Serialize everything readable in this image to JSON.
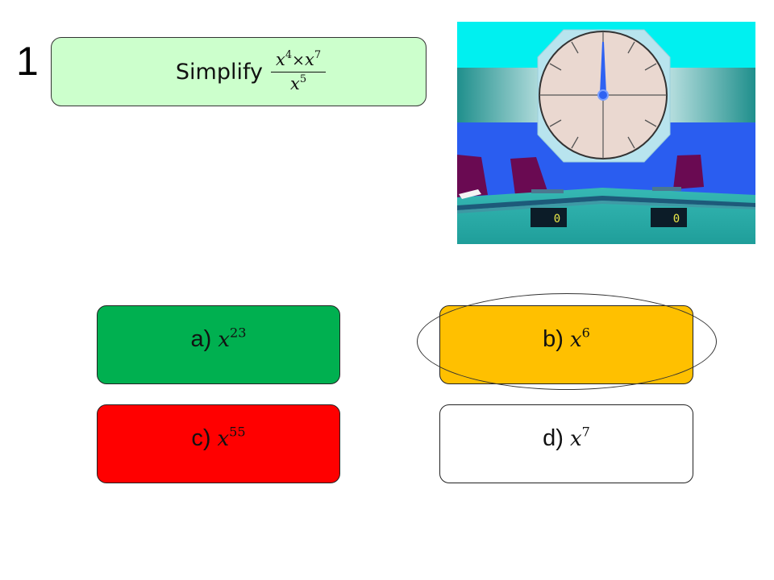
{
  "question": {
    "number": "1",
    "prompt": "Simplify",
    "numerator": {
      "base1": "x",
      "exp1": "4",
      "operator": "×",
      "base2": "x",
      "exp2": "7"
    },
    "denominator": {
      "base": "x",
      "exp": "5"
    }
  },
  "scene": {
    "description": "game-show-studio-clock",
    "clock_hand_position": "12 o'clock",
    "scoreboards": [
      {
        "value": "0"
      },
      {
        "value": "0"
      }
    ],
    "colors": {
      "sky": "#00f0f0",
      "wall": "#2a5df0",
      "clock_face": "#ead8d0",
      "clock_frame": "#b8e4ee",
      "hand": "#2e62f2",
      "chairs": "#6a0a52",
      "desk": "#27aaa6",
      "score_digits": "#e8e84a"
    }
  },
  "answers": [
    {
      "label": "a)",
      "base": "x",
      "exp": "23",
      "color": "#00b050"
    },
    {
      "label": "b)",
      "base": "x",
      "exp": "6",
      "color": "#ffc000",
      "circled": true
    },
    {
      "label": "c)",
      "base": "x",
      "exp": "55",
      "color": "#ff0000"
    },
    {
      "label": "d)",
      "base": "x",
      "exp": "7",
      "color": "#ffffff"
    }
  ]
}
